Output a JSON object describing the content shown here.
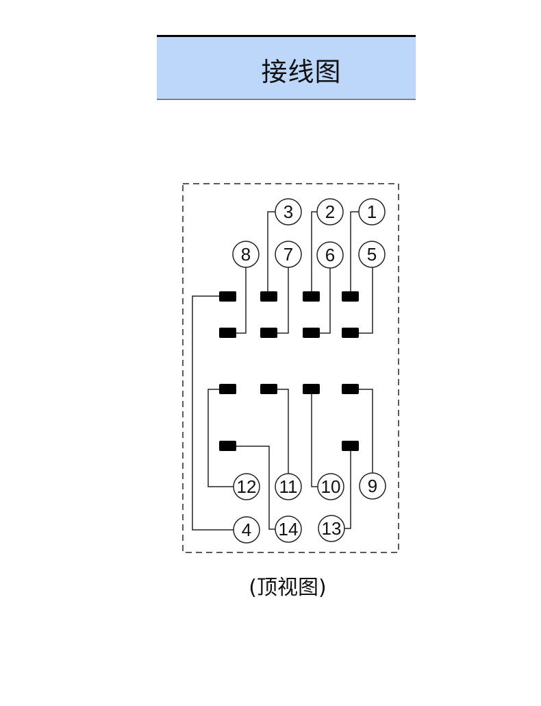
{
  "header": {
    "title": "接线图"
  },
  "caption": "(顶视图)",
  "colors": {
    "header_bg": "#bdd7fb",
    "pad": "#000000",
    "line": "#222222"
  },
  "pins": [
    {
      "id": "p1",
      "label": "1"
    },
    {
      "id": "p2",
      "label": "2"
    },
    {
      "id": "p3",
      "label": "3"
    },
    {
      "id": "p4",
      "label": "4"
    },
    {
      "id": "p5",
      "label": "5"
    },
    {
      "id": "p6",
      "label": "6"
    },
    {
      "id": "p7",
      "label": "7"
    },
    {
      "id": "p8",
      "label": "8"
    },
    {
      "id": "p9",
      "label": "9"
    },
    {
      "id": "p10",
      "label": "10"
    },
    {
      "id": "p11",
      "label": "11"
    },
    {
      "id": "p12",
      "label": "12"
    },
    {
      "id": "p13",
      "label": "13"
    },
    {
      "id": "p14",
      "label": "14"
    }
  ]
}
